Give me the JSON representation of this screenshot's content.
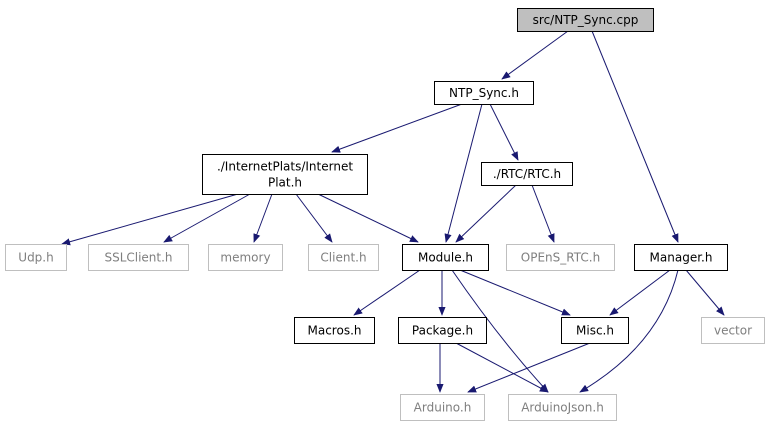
{
  "colors": {
    "edge": "#191970",
    "node_border": "#000000",
    "node_border_external": "#bfbfbf",
    "root_fill": "#bfbfbf",
    "text": "#000000",
    "text_external": "#7f7f7f"
  },
  "nodes": [
    {
      "id": "ntp-sync-cpp",
      "lines": [
        "src/NTP_Sync.cpp"
      ],
      "kind": "root"
    },
    {
      "id": "ntp-sync-h",
      "lines": [
        "NTP_Sync.h"
      ],
      "kind": "doc"
    },
    {
      "id": "internet-plat-h",
      "lines": [
        "./InternetPlats/Internet",
        "Plat.h"
      ],
      "kind": "doc"
    },
    {
      "id": "rtc-h",
      "lines": [
        "./RTC/RTC.h"
      ],
      "kind": "doc"
    },
    {
      "id": "udp-h",
      "lines": [
        "Udp.h"
      ],
      "kind": "external"
    },
    {
      "id": "sslclient-h",
      "lines": [
        "SSLClient.h"
      ],
      "kind": "external"
    },
    {
      "id": "memory",
      "lines": [
        "memory"
      ],
      "kind": "external"
    },
    {
      "id": "client-h",
      "lines": [
        "Client.h"
      ],
      "kind": "external"
    },
    {
      "id": "module-h",
      "lines": [
        "Module.h"
      ],
      "kind": "doc"
    },
    {
      "id": "opens-rtc-h",
      "lines": [
        "OPEnS_RTC.h"
      ],
      "kind": "external"
    },
    {
      "id": "manager-h",
      "lines": [
        "Manager.h"
      ],
      "kind": "doc"
    },
    {
      "id": "macros-h",
      "lines": [
        "Macros.h"
      ],
      "kind": "doc"
    },
    {
      "id": "package-h",
      "lines": [
        "Package.h"
      ],
      "kind": "doc"
    },
    {
      "id": "misc-h",
      "lines": [
        "Misc.h"
      ],
      "kind": "doc"
    },
    {
      "id": "vector",
      "lines": [
        "vector"
      ],
      "kind": "external"
    },
    {
      "id": "arduino-h",
      "lines": [
        "Arduino.h"
      ],
      "kind": "external"
    },
    {
      "id": "arduinojson-h",
      "lines": [
        "ArduinoJson.h"
      ],
      "kind": "external"
    }
  ],
  "edges": [
    {
      "from": "ntp-sync-cpp",
      "to": "ntp-sync-h"
    },
    {
      "from": "ntp-sync-cpp",
      "to": "manager-h"
    },
    {
      "from": "ntp-sync-h",
      "to": "internet-plat-h"
    },
    {
      "from": "ntp-sync-h",
      "to": "rtc-h"
    },
    {
      "from": "ntp-sync-h",
      "to": "module-h"
    },
    {
      "from": "internet-plat-h",
      "to": "udp-h"
    },
    {
      "from": "internet-plat-h",
      "to": "sslclient-h"
    },
    {
      "from": "internet-plat-h",
      "to": "memory"
    },
    {
      "from": "internet-plat-h",
      "to": "client-h"
    },
    {
      "from": "internet-plat-h",
      "to": "module-h"
    },
    {
      "from": "rtc-h",
      "to": "module-h"
    },
    {
      "from": "rtc-h",
      "to": "opens-rtc-h"
    },
    {
      "from": "module-h",
      "to": "macros-h"
    },
    {
      "from": "module-h",
      "to": "package-h"
    },
    {
      "from": "module-h",
      "to": "misc-h"
    },
    {
      "from": "module-h",
      "to": "arduinojson-h"
    },
    {
      "from": "manager-h",
      "to": "misc-h"
    },
    {
      "from": "manager-h",
      "to": "vector"
    },
    {
      "from": "manager-h",
      "to": "arduinojson-h"
    },
    {
      "from": "package-h",
      "to": "arduino-h"
    },
    {
      "from": "package-h",
      "to": "arduinojson-h"
    },
    {
      "from": "misc-h",
      "to": "arduino-h"
    }
  ]
}
